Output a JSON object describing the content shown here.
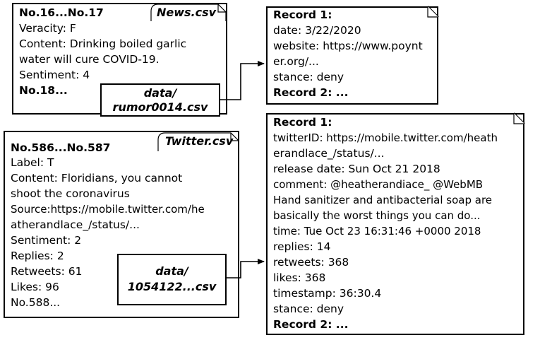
{
  "news_box": {
    "tag": "News.csv",
    "lines": [
      "No.16...No.17",
      "Veracity: F",
      "Content: Drinking boiled garlic",
      "water will cure COVID-19.",
      "Sentiment: 4",
      "No.18..."
    ],
    "file_line1": "data/",
    "file_line2": "rumor0014.csv"
  },
  "news_record": {
    "lines": [
      "Record 1:",
      "date: 3/22/2020",
      "website: https://www.poynt",
      "er.org/...",
      "stance: deny",
      "Record 2: ..."
    ]
  },
  "twitter_box": {
    "tag": "Twitter.csv",
    "lines": [
      "No.586...No.587",
      "Label: T",
      "Content: Floridians, you cannot",
      "shoot the coronavirus",
      "Source:https://mobile.twitter.com/he",
      "atherandlace_/status/...",
      "Sentiment: 2",
      "Replies: 2",
      "Retweets: 61",
      "Likes: 96",
      "No.588..."
    ],
    "file_line1": "data/",
    "file_line2": "1054122...csv"
  },
  "twitter_record": {
    "lines": [
      "Record 1:",
      "twitterID: https://mobile.twitter.com/heath",
      "erandlace_/status/...",
      "release date: Sun Oct 21 2018",
      "comment: @heatherandiace_ @WebMB",
      "Hand sanitizer and antibacterial soap are",
      "basically the worst things you can do...",
      "time: Tue Oct 23 16:31:46 +0000 2018",
      "replies: 14",
      "retweets: 368",
      "likes: 368",
      "timestamp: 36:30.4",
      "stance: deny",
      "Record 2: ..."
    ]
  }
}
